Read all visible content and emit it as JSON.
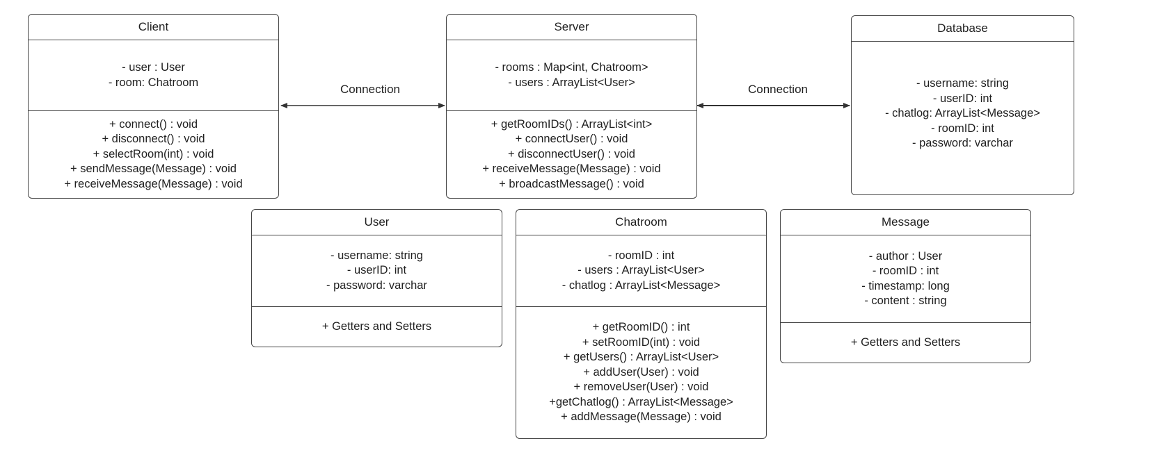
{
  "classes": {
    "client": {
      "name": "Client",
      "attributes": [
        "- user : User",
        "- room: Chatroom"
      ],
      "methods": [
        "+ connect() : void",
        "+ disconnect() : void",
        "+ selectRoom(int) : void",
        "+ sendMessage(Message) : void",
        "+ receiveMessage(Message) : void"
      ]
    },
    "server": {
      "name": "Server",
      "attributes": [
        "- rooms : Map<int, Chatroom>",
        "- users : ArrayList<User>"
      ],
      "methods": [
        "+ getRoomIDs() : ArrayList<int>",
        "+ connectUser() : void",
        "+ disconnectUser() : void",
        "+ receiveMessage(Message) : void",
        "+ broadcastMessage() : void"
      ]
    },
    "database": {
      "name": "Database",
      "attributes": [
        "- username: string",
        "- userID: int",
        "- chatlog: ArrayList<Message>",
        "- roomID: int",
        "- password: varchar"
      ],
      "methods": []
    },
    "user": {
      "name": "User",
      "attributes": [
        "- username: string",
        "- userID: int",
        "- password: varchar"
      ],
      "methods": [
        "+ Getters and Setters"
      ]
    },
    "chatroom": {
      "name": "Chatroom",
      "attributes": [
        "- roomID : int",
        "- users : ArrayList<User>",
        "- chatlog : ArrayList<Message>"
      ],
      "methods": [
        "+ getRoomID() : int",
        "+ setRoomID(int) : void",
        "+ getUsers() : ArrayList<User>",
        "+ addUser(User) : void",
        "+ removeUser(User) : void",
        "+getChatlog() : ArrayList<Message>",
        "+ addMessage(Message) : void"
      ]
    },
    "message": {
      "name": "Message",
      "attributes": [
        "- author : User",
        "- roomID : int",
        "- timestamp: long",
        "- content : string"
      ],
      "methods": [
        "+ Getters and Setters"
      ]
    }
  },
  "connections": [
    {
      "from": "Client",
      "to": "Server",
      "label": "Connection"
    },
    {
      "from": "Server",
      "to": "Database",
      "label": "Connection"
    }
  ],
  "colors": {
    "border": "#444444",
    "text": "#1f1f1f",
    "background": "#ffffff"
  }
}
